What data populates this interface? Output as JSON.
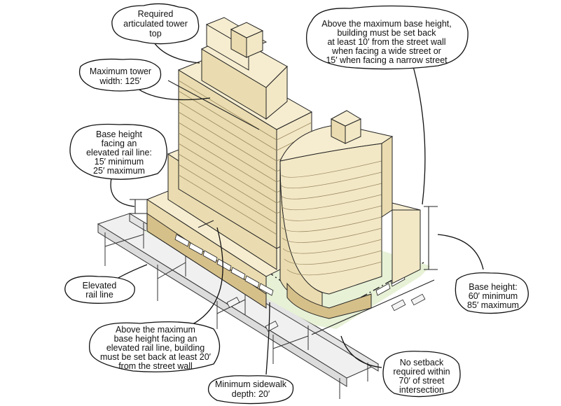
{
  "callouts": {
    "tower_top": [
      "Required",
      "articulated tower",
      "top"
    ],
    "tower_width": [
      "Maximum tower",
      "width: 125′"
    ],
    "setback_wide": [
      "Above the maximum base height,",
      "building must be set back",
      "at least 10′ from the street wall",
      "when facing a wide street or",
      "15′ when facing a narrow street"
    ],
    "base_rail": [
      "Base height",
      "facing an",
      "elevated rail line:",
      "15′ minimum",
      "25′ maximum"
    ],
    "elevated_rail": [
      "Elevated",
      "rail line"
    ],
    "base_height": [
      "Base height:",
      "60′ minimum",
      "85′ maximum"
    ],
    "setback_rail": [
      "Above the maximum",
      "base height facing an",
      "elevated rail line, building",
      "must be set back at least 20′",
      "from the street wall"
    ],
    "sidewalk": [
      "Minimum sidewalk",
      "depth: 20′"
    ],
    "no_setback": [
      "No setback",
      "required within",
      "70′ of street",
      "intersection"
    ]
  },
  "colors": {
    "building_light": "#f6edd0",
    "building_shade": "#eadcb0",
    "base_tan": "#d6c08a",
    "ground_green": "#e7f1d6",
    "outline": "#222222"
  }
}
